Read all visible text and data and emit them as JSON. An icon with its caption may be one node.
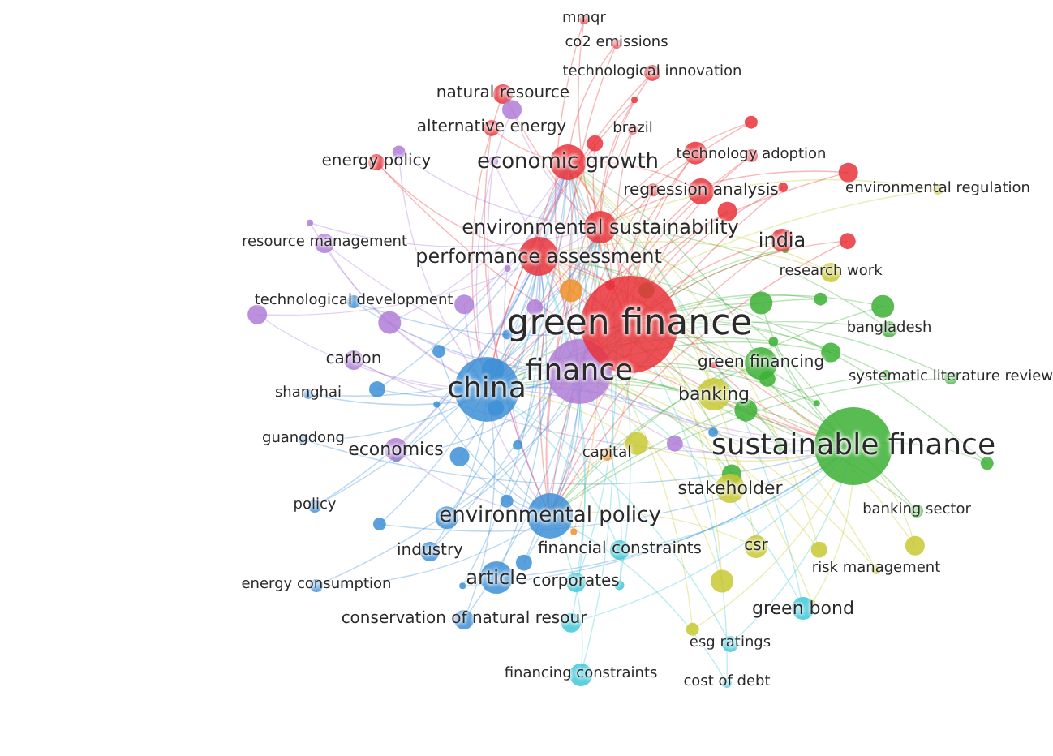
{
  "diagram": {
    "labels": [
      "mmqr",
      "co2 emissions",
      "technological innovation",
      "natural resource",
      "alternative energy",
      "brazil",
      "energy policy",
      "economic growth",
      "technology adoption",
      "regression analysis",
      "environmental regulation",
      "resource management",
      "environmental sustainability",
      "india",
      "performance assessment",
      "research work",
      "technological development",
      "green finance",
      "bangladesh",
      "carbon",
      "green financing",
      "systematic literature review",
      "finance",
      "china",
      "shanghai",
      "banking",
      "sustainable finance",
      "guangdong",
      "economics",
      "capital",
      "stakeholder",
      "policy",
      "banking sector",
      "environmental policy",
      "industry",
      "financial constraints",
      "csr",
      "energy consumption",
      "article",
      "corporates",
      "risk management",
      "green bond",
      "conservation of natural resour",
      "esg ratings",
      "financing constraints",
      "cost of debt"
    ]
  }
}
